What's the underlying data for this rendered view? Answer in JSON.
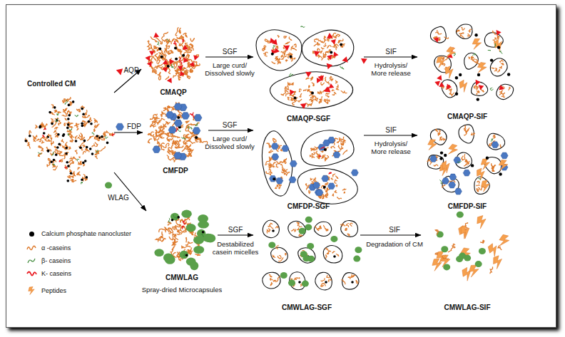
{
  "diagram": {
    "nodes": [
      {
        "text": [
          "Controlled CM"
        ]
      },
      {
        "text": [
          "CMAQP"
        ]
      },
      {
        "text": [
          "CMAQP-SGF"
        ]
      },
      {
        "text": [
          "CMAQP-SIF"
        ]
      },
      {
        "text": [
          "CMFDP"
        ]
      },
      {
        "text": [
          "CMFDP-SGF"
        ]
      },
      {
        "text": [
          "CMFDP-SIF"
        ]
      },
      {
        "text": [
          "CMWLAG"
        ]
      },
      {
        "text": [
          "CMWLAG-SGF"
        ]
      },
      {
        "text": [
          "CMWLAG-SIF"
        ]
      }
    ],
    "edges": [
      {
        "from": 0,
        "to": 1,
        "label": "AQP",
        "arrow": "to"
      },
      {
        "from": 0,
        "to": 4,
        "label": "FDP",
        "arrow": "to"
      },
      {
        "from": 0,
        "to": 7,
        "label": "WLAG",
        "arrow": "to"
      },
      {
        "from": 1,
        "to": 2,
        "label": "SGF",
        "arrow": "to"
      },
      {
        "from": 2,
        "to": 3,
        "label": "SIF",
        "arrow": "to"
      },
      {
        "from": 4,
        "to": 5,
        "label": "SGF",
        "arrow": "to"
      },
      {
        "from": 5,
        "to": 6,
        "label": "SIF",
        "arrow": "to"
      },
      {
        "from": 7,
        "to": 8,
        "label": "SGF",
        "arrow": "to"
      },
      {
        "from": 8,
        "to": 9,
        "label": "SIF",
        "arrow": "to"
      }
    ],
    "labels": [
      "Large curd/ Dissolved slowly",
      "Hydrolysis/ More release",
      "Large curd/ Dissolved slowly",
      "Hydrolysis/ More release",
      "Spray-dried Microcapsules",
      "Destabilized casein micelles",
      "Degradation of CM"
    ],
    "legend": [
      {
        "text": "Calcium phosphate nanocluster",
        "color": "#000000"
      },
      {
        "text": "α -caseins"
      },
      {
        "text": "β- caseins"
      },
      {
        "text": "K- caseins"
      },
      {
        "text": "Peptides"
      }
    ]
  }
}
